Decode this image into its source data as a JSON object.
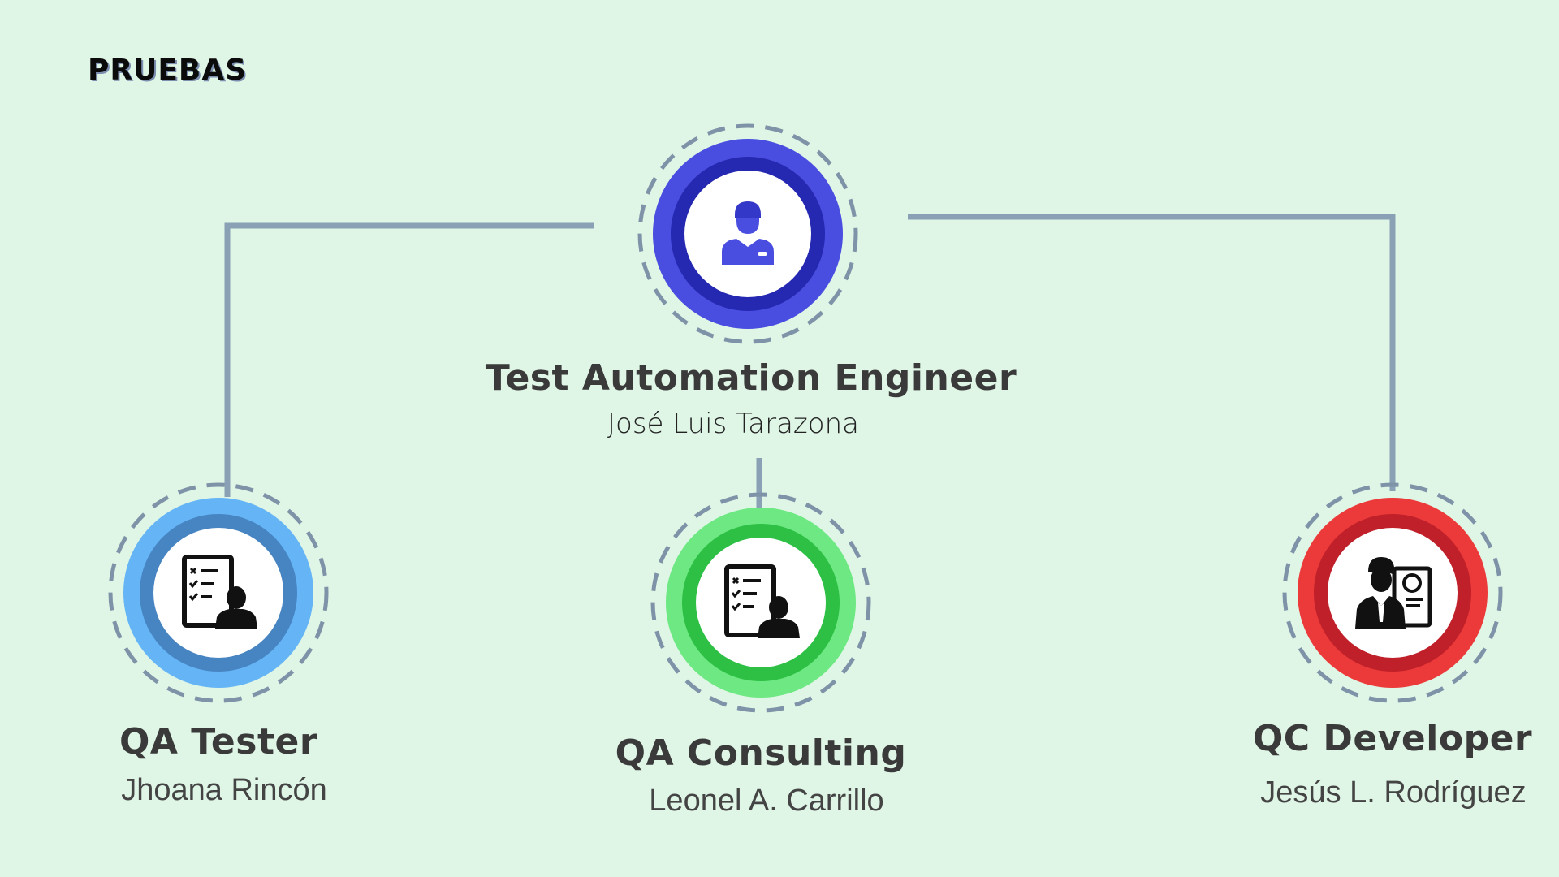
{
  "header": {
    "title": "PRUEBAS"
  },
  "nodes": {
    "lead": {
      "role": "Test Automation Engineer",
      "person": "José Luis Tarazona",
      "icon": "engineer-icon",
      "outer": "#4a4ee0",
      "inner": "#2528b0"
    },
    "tester": {
      "role": "QA Tester",
      "person": "Jhoana Rincón",
      "icon": "checklist-person-icon",
      "outer": "#64b4f6",
      "inner": "#4784c2"
    },
    "consulting": {
      "role": "QA Consulting",
      "person": "Leonel A. Carrillo",
      "icon": "checklist-person-icon",
      "outer": "#6ee882",
      "inner": "#2dc044"
    },
    "developer": {
      "role": "QC Developer",
      "person": "Jesús L. Rodríguez",
      "icon": "developer-icon",
      "outer": "#ec3a3a",
      "inner": "#c0202a"
    }
  },
  "colors": {
    "background": "#dff6e6",
    "connector": "#8aa0b4",
    "dash": "#7f93a8"
  }
}
